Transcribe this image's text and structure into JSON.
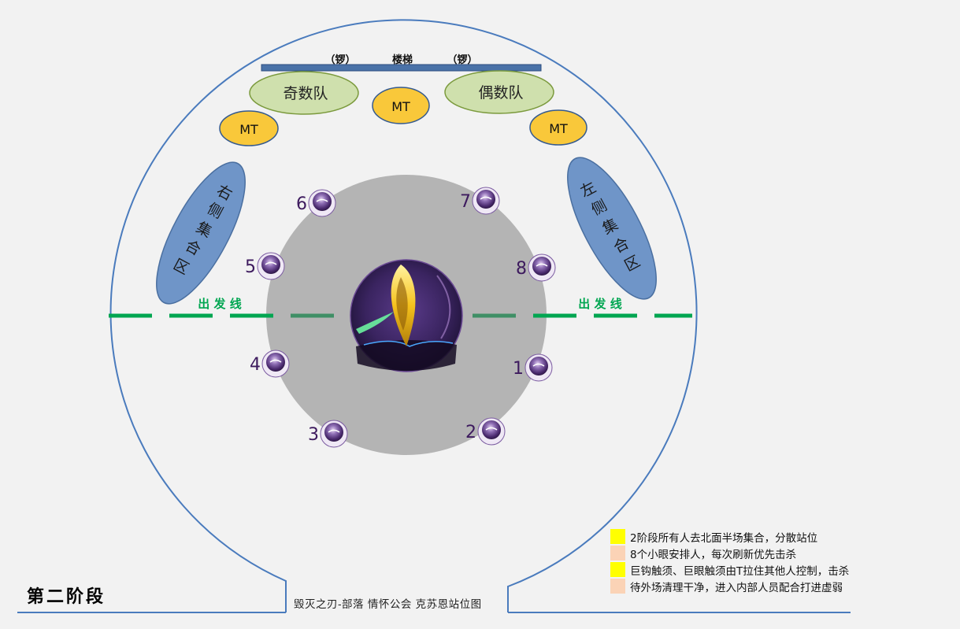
{
  "colors": {
    "background": "#f2f2f2",
    "arena_outline": "#4a7bbd",
    "inner_platform": "#b4b4b4",
    "start_line": "#00a651",
    "group_ellipse": "#cfe0ad",
    "tank_ellipse": "#f9c83a",
    "side_zone": "#6f95c8",
    "eye_purple": "#3d1a5e",
    "legend_yellow": "#ffff00",
    "legend_peach": "#fbd3b6"
  },
  "stairs": {
    "left_note": "（锣）",
    "label": "楼梯",
    "right_note": "（锣）"
  },
  "groups": {
    "odd": "奇数队",
    "even": "偶数队"
  },
  "tanks": {
    "left": "MT",
    "center": "MT",
    "right": "MT"
  },
  "zones": {
    "left_side_chars": [
      "右",
      "侧",
      "集",
      "合",
      "区"
    ],
    "right_side_chars": [
      "左",
      "侧",
      "集",
      "合",
      "区"
    ]
  },
  "start_line": {
    "left_label": "出 发 线",
    "right_label": "出 发 线"
  },
  "eye_numbers": [
    "1",
    "2",
    "3",
    "4",
    "5",
    "6",
    "7",
    "8"
  ],
  "center_icon": "cthun-eye-icon",
  "legend": [
    {
      "color": "#ffff00",
      "text": "2阶段所有人去北面半场集合，分散站位"
    },
    {
      "color": "#fbd3b6",
      "text": "8个小眼安排人，每次刷新优先击杀"
    },
    {
      "color": "#ffff00",
      "text": "巨钩触须、巨眼触须由T拉住其他人控制，击杀"
    },
    {
      "color": "#fbd3b6",
      "text": "待外场清理干净，进入内部人员配合打进虚弱"
    }
  ],
  "phase_title": "第二阶段",
  "footer": "毁灭之刃-部落 情怀公会 克苏恩站位图"
}
